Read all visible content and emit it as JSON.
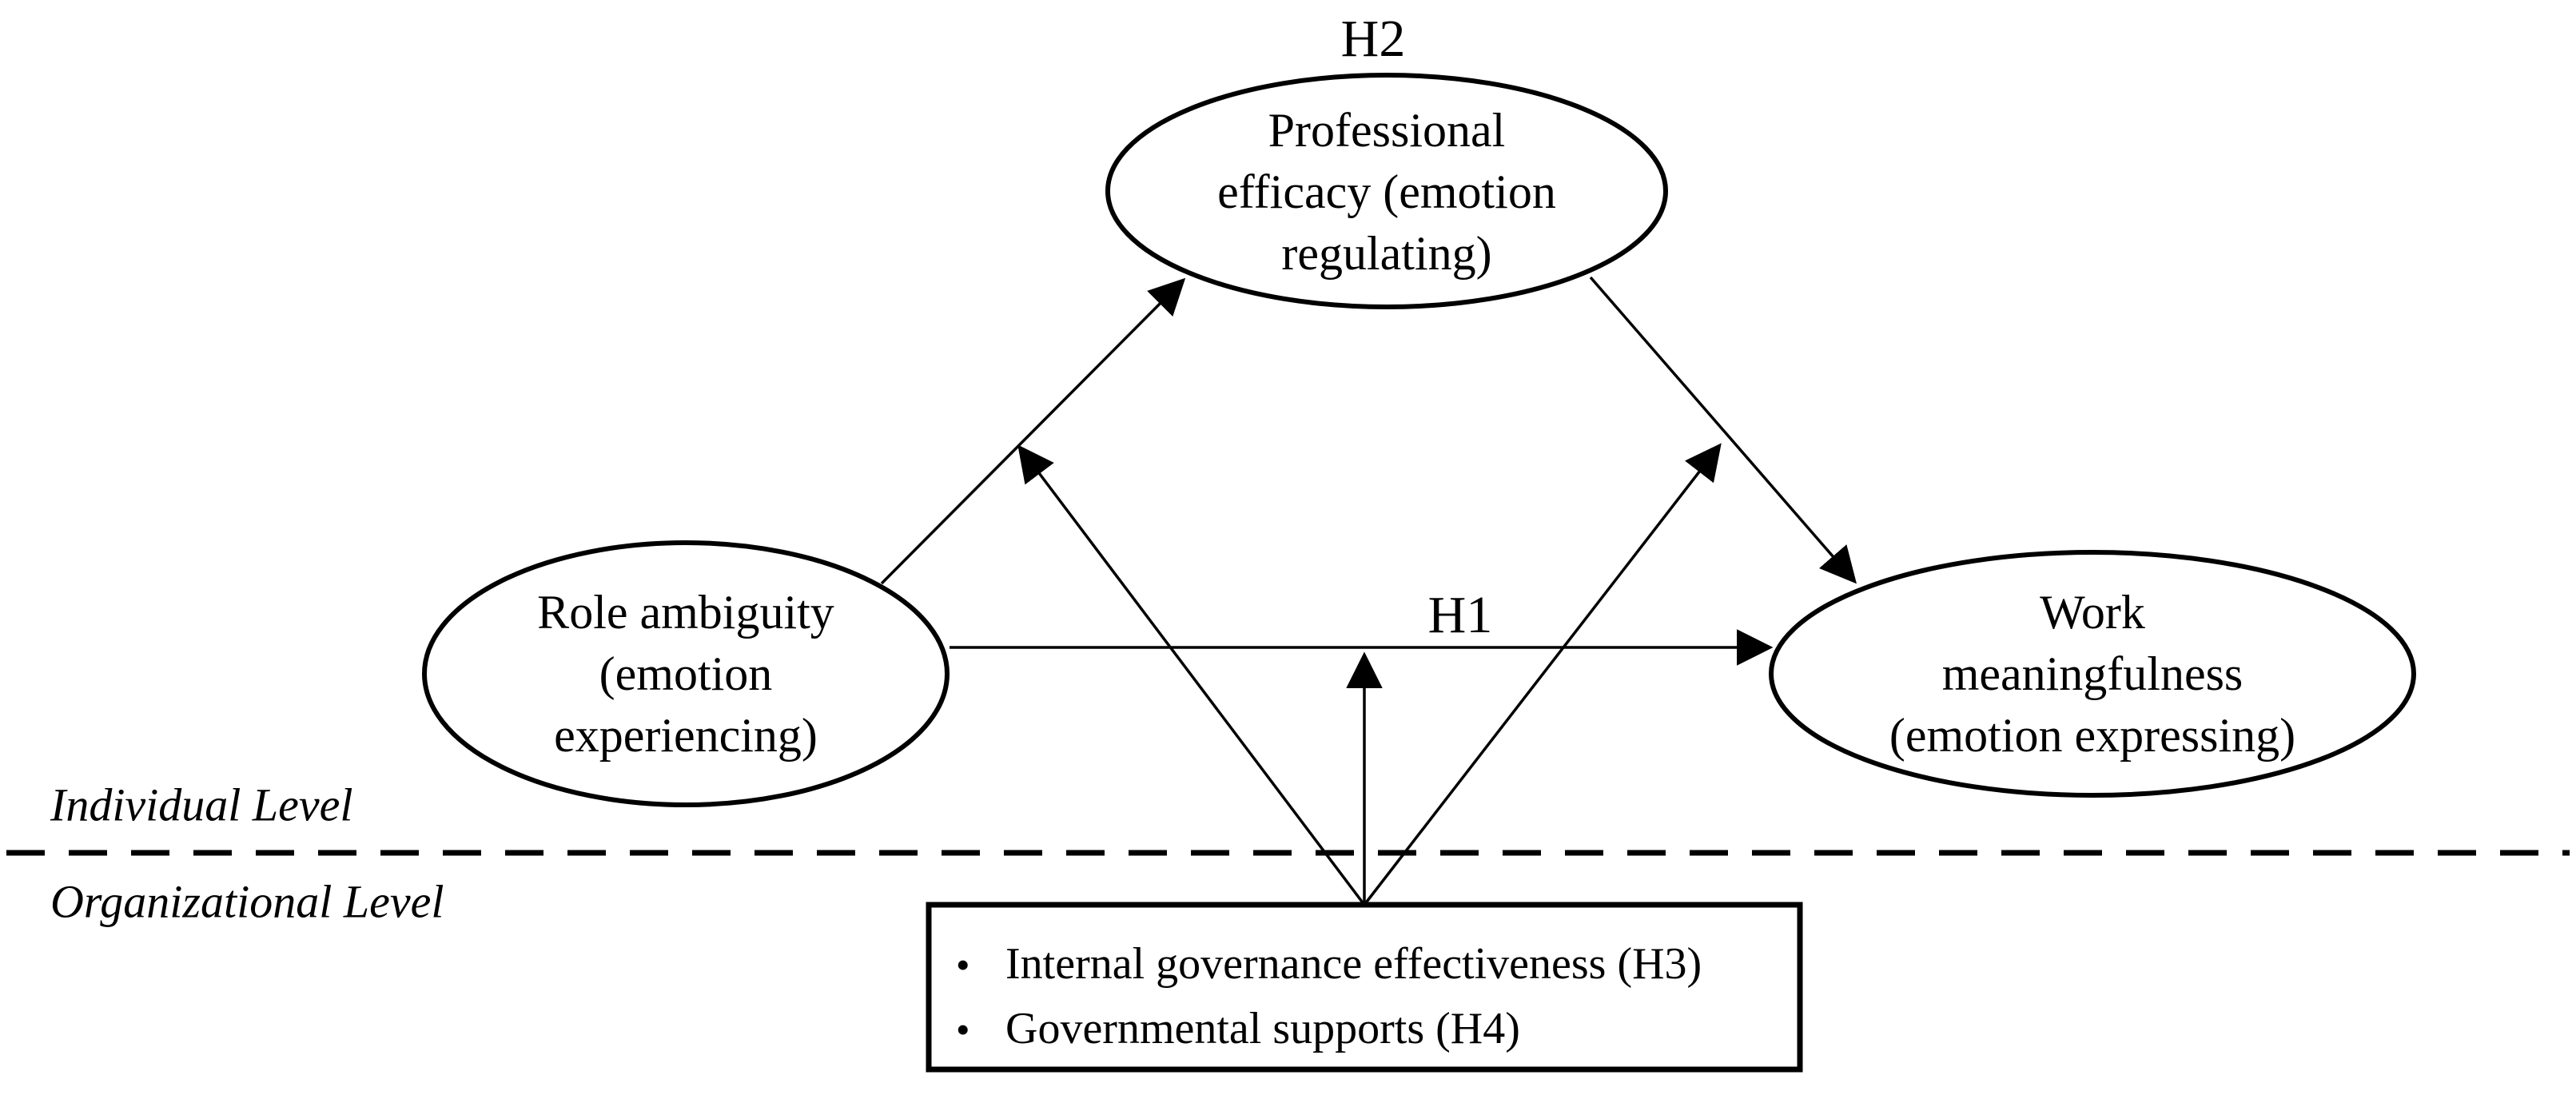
{
  "page": {
    "colors": {
      "ink": "#000000",
      "background": "#ffffff"
    }
  },
  "labels": {
    "h2": "H2",
    "h1": "H1"
  },
  "nodes": {
    "professional_efficacy": {
      "lines": [
        "Professional",
        "efficacy (emotion",
        "regulating)"
      ]
    },
    "role_ambiguity": {
      "lines": [
        "Role ambiguity",
        "(emotion",
        "experiencing)"
      ]
    },
    "work_meaningfulness": {
      "lines": [
        "Work",
        "meaningfulness",
        "(emotion expressing)"
      ]
    }
  },
  "levels": {
    "individual": "Individual Level",
    "organizational": "Organizational Level"
  },
  "moderator_box": {
    "bullet": "•",
    "items": [
      "Internal governance effectiveness (H3)",
      "Governmental supports (H4)"
    ]
  }
}
